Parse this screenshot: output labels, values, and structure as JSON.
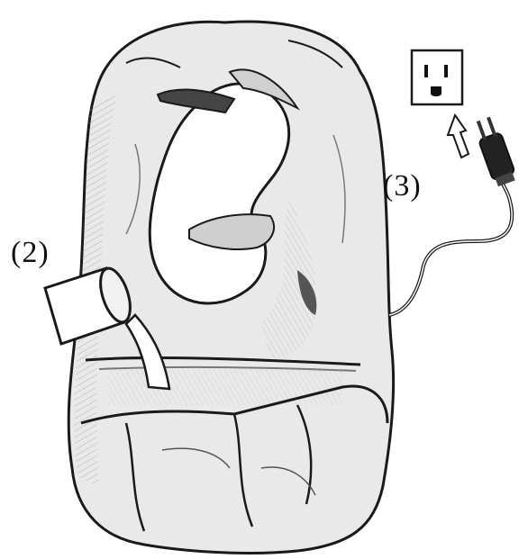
{
  "labels": {
    "step2": "(2)",
    "step3": "(3)"
  },
  "icons": {
    "fountain": "rock-fountain-sketch",
    "cup": "water-cup-icon",
    "outlet": "wall-outlet-icon",
    "plug": "power-plug-icon",
    "arrow": "insert-arrow-icon"
  },
  "colors": {
    "ink": "#1a1a1a",
    "paper": "#ffffff",
    "rock_light": "#e6e6e6",
    "rock_mid": "#c8c8c8",
    "rock_dark": "#8a8a8a",
    "water": "#d9d9d9"
  }
}
